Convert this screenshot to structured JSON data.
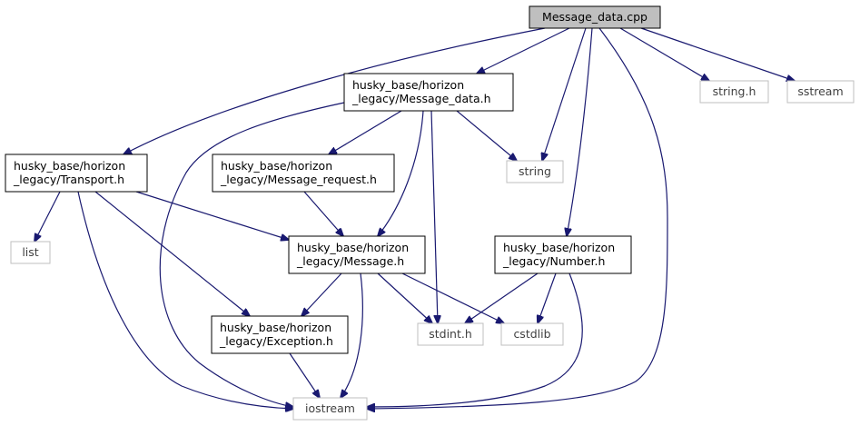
{
  "diagram": {
    "type": "include-dependency-graph",
    "edge_color": "#191970",
    "main_fill": "#bfbfbf",
    "system_stroke": "#bfbfbf",
    "nodes": [
      {
        "id": "message_data_cpp",
        "kind": "main",
        "lines": [
          "Message_data.cpp"
        ]
      },
      {
        "id": "message_data_h",
        "kind": "local",
        "lines": [
          "husky_base/horizon",
          "_legacy/Message_data.h"
        ]
      },
      {
        "id": "string_h",
        "kind": "system",
        "lines": [
          "string.h"
        ]
      },
      {
        "id": "sstream",
        "kind": "system",
        "lines": [
          "sstream"
        ]
      },
      {
        "id": "transport_h",
        "kind": "local",
        "lines": [
          "husky_base/horizon",
          "_legacy/Transport.h"
        ]
      },
      {
        "id": "message_request_h",
        "kind": "local",
        "lines": [
          "husky_base/horizon",
          "_legacy/Message_request.h"
        ]
      },
      {
        "id": "string",
        "kind": "system",
        "lines": [
          "string"
        ]
      },
      {
        "id": "list",
        "kind": "system",
        "lines": [
          "list"
        ]
      },
      {
        "id": "message_h",
        "kind": "local",
        "lines": [
          "husky_base/horizon",
          "_legacy/Message.h"
        ]
      },
      {
        "id": "number_h",
        "kind": "local",
        "lines": [
          "husky_base/horizon",
          "_legacy/Number.h"
        ]
      },
      {
        "id": "exception_h",
        "kind": "local",
        "lines": [
          "husky_base/horizon",
          "_legacy/Exception.h"
        ]
      },
      {
        "id": "stdint_h",
        "kind": "system",
        "lines": [
          "stdint.h"
        ]
      },
      {
        "id": "cstdlib",
        "kind": "system",
        "lines": [
          "cstdlib"
        ]
      },
      {
        "id": "iostream",
        "kind": "system",
        "lines": [
          "iostream"
        ]
      }
    ],
    "edges": [
      {
        "from": "message_data_cpp",
        "to": "message_data_h"
      },
      {
        "from": "message_data_cpp",
        "to": "string_h"
      },
      {
        "from": "message_data_cpp",
        "to": "sstream"
      },
      {
        "from": "message_data_cpp",
        "to": "transport_h"
      },
      {
        "from": "message_data_cpp",
        "to": "string"
      },
      {
        "from": "message_data_cpp",
        "to": "number_h"
      },
      {
        "from": "message_data_cpp",
        "to": "iostream"
      },
      {
        "from": "message_data_h",
        "to": "message_request_h"
      },
      {
        "from": "message_data_h",
        "to": "string"
      },
      {
        "from": "message_data_h",
        "to": "message_h"
      },
      {
        "from": "message_data_h",
        "to": "stdint_h"
      },
      {
        "from": "message_data_h",
        "to": "iostream"
      },
      {
        "from": "transport_h",
        "to": "list"
      },
      {
        "from": "transport_h",
        "to": "message_h"
      },
      {
        "from": "transport_h",
        "to": "exception_h"
      },
      {
        "from": "transport_h",
        "to": "iostream"
      },
      {
        "from": "message_request_h",
        "to": "message_h"
      },
      {
        "from": "message_h",
        "to": "exception_h"
      },
      {
        "from": "message_h",
        "to": "stdint_h"
      },
      {
        "from": "message_h",
        "to": "cstdlib"
      },
      {
        "from": "message_h",
        "to": "iostream"
      },
      {
        "from": "number_h",
        "to": "stdint_h"
      },
      {
        "from": "number_h",
        "to": "cstdlib"
      },
      {
        "from": "number_h",
        "to": "iostream"
      },
      {
        "from": "exception_h",
        "to": "iostream"
      }
    ]
  }
}
